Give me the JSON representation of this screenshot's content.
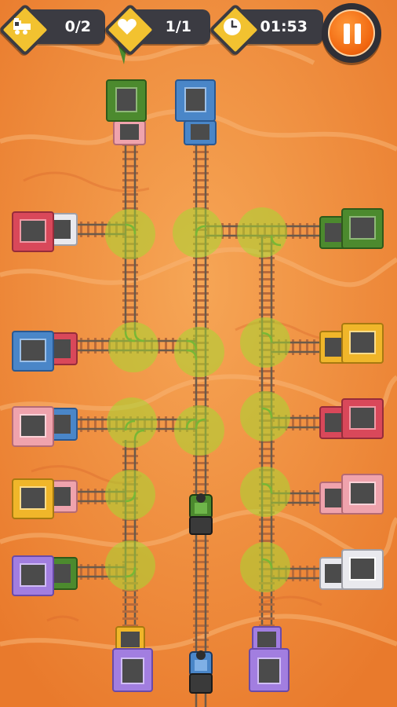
{
  "hud": {
    "trains": {
      "icon": "train-icon",
      "value": "0/2"
    },
    "lives": {
      "icon": "heart-icon",
      "value": "1/1"
    },
    "timer": {
      "icon": "clock-icon",
      "value": "01:53"
    },
    "pause": {
      "icon": "pause-icon"
    }
  },
  "colors": {
    "red": "#d9485a",
    "white": "#e9e9ee",
    "blue": "#4a86c8",
    "pink": "#efa3ad",
    "yellow": "#f0b62a",
    "purple": "#a27ee0",
    "green": "#4c8a2e",
    "switch": "#a8d832",
    "rail": "#6b5a4a",
    "tie": "#b86a3a",
    "accent": "#f2c230"
  },
  "stations": [
    {
      "id": "top-green",
      "color": "green"
    },
    {
      "id": "top-blue",
      "color": "blue"
    },
    {
      "id": "left-red",
      "color": "red"
    },
    {
      "id": "left-blue",
      "color": "blue"
    },
    {
      "id": "left-pink",
      "color": "pink"
    },
    {
      "id": "left-yellow",
      "color": "yellow"
    },
    {
      "id": "left-purple",
      "color": "purple"
    },
    {
      "id": "right-green",
      "color": "green"
    },
    {
      "id": "right-yellow",
      "color": "yellow"
    },
    {
      "id": "right-red",
      "color": "red"
    },
    {
      "id": "right-pink",
      "color": "pink"
    },
    {
      "id": "right-white",
      "color": "white"
    },
    {
      "id": "bottom-purple-left",
      "color": "purple"
    },
    {
      "id": "bottom-purple-right",
      "color": "purple"
    }
  ],
  "trains": [
    {
      "id": "train-green",
      "color": "green"
    },
    {
      "id": "train-blue",
      "color": "blue"
    }
  ],
  "switch_count": 13
}
